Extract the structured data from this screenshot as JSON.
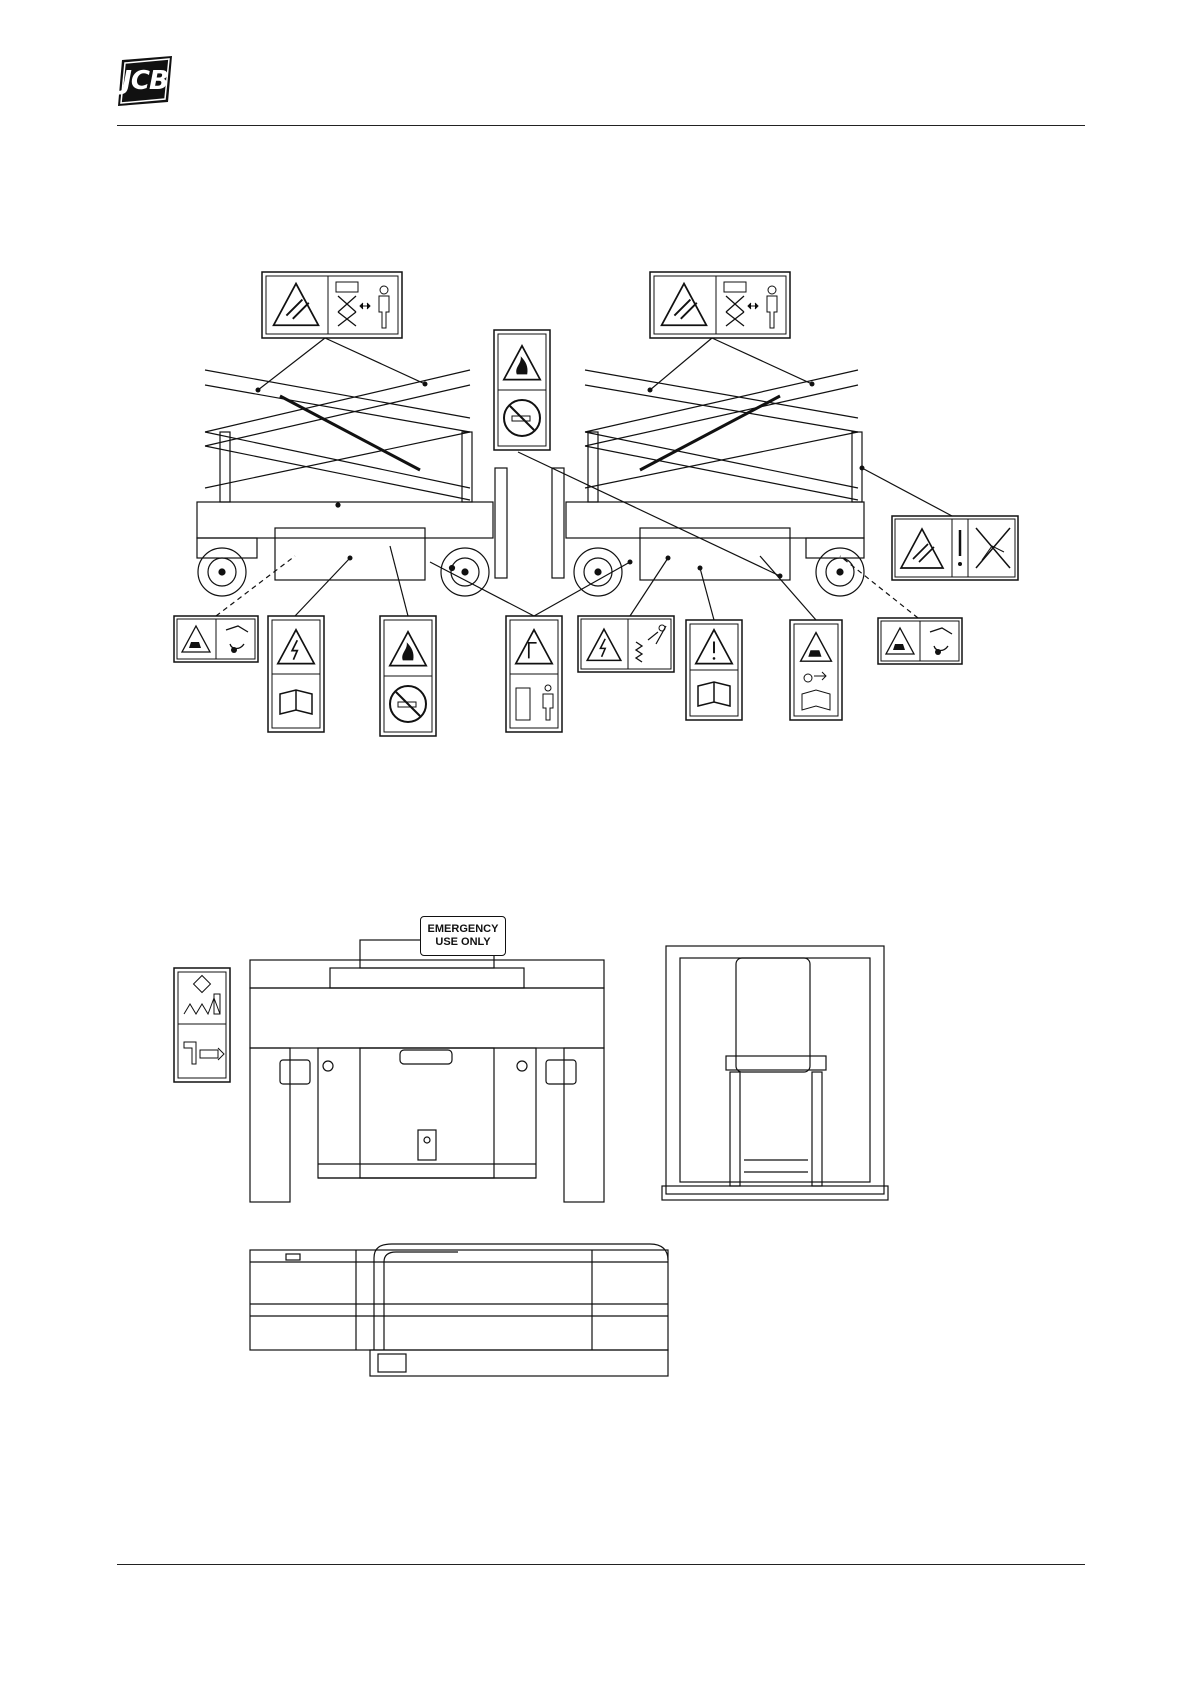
{
  "header": {
    "logo_text": "JCB",
    "logo_color": "#111111"
  },
  "decals": {
    "emergency_line1": "EMERGENCY",
    "emergency_line2": "USE ONLY"
  },
  "icons": [
    "crush-hazard-icon",
    "keep-clear-icon",
    "fire-hazard-icon",
    "no-smoking-icon",
    "electric-shock-icon",
    "read-manual-icon",
    "warning-triangle-icon",
    "battery-acid-icon",
    "harness-anchor-icon"
  ]
}
